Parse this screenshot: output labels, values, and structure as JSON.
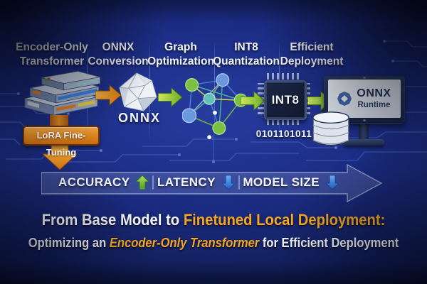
{
  "colors": {
    "background_blue": "#1c2d86",
    "circuit_blue": "#5d84e0",
    "accent_orange": "#f5a623",
    "arrow_orange": "#e8821e",
    "arrow_green": "#7ab637",
    "metric_up_green": "#56b22e",
    "metric_down_blue": "#2f7ce0",
    "text_white": "#f4f6fb",
    "chip_navy": "#141c35"
  },
  "stages": [
    {
      "line1": "Encoder-Only",
      "line2": "Transformer"
    },
    {
      "line1": "ONNX",
      "line2": "Conversion"
    },
    {
      "line1": "Graph",
      "line2": "Optimization"
    },
    {
      "line1": "INT8",
      "line2": "Quantization"
    },
    {
      "line1": "Efficient",
      "line2": "Deployment"
    }
  ],
  "lora_badge_label": "LoRA Fine-Tuning",
  "onnx_caption": "ONNX",
  "chip_label": "INT8",
  "binary_string": "0101101011",
  "screen": {
    "brand": "ONNX",
    "product": "Runtime"
  },
  "metrics": [
    {
      "label": "ACCURACY",
      "direction": "up"
    },
    {
      "label": "LATENCY",
      "direction": "down"
    },
    {
      "label": "MODEL SIZE",
      "direction": "down"
    }
  ],
  "title": {
    "prefix": "From Base Model to ",
    "highlight": "Finetuned Local Deployment:"
  },
  "subtitle": {
    "prefix": "Optimizing an ",
    "highlight": "Encoder-Only Transformer",
    "suffix": " for Efficient Deployment"
  }
}
